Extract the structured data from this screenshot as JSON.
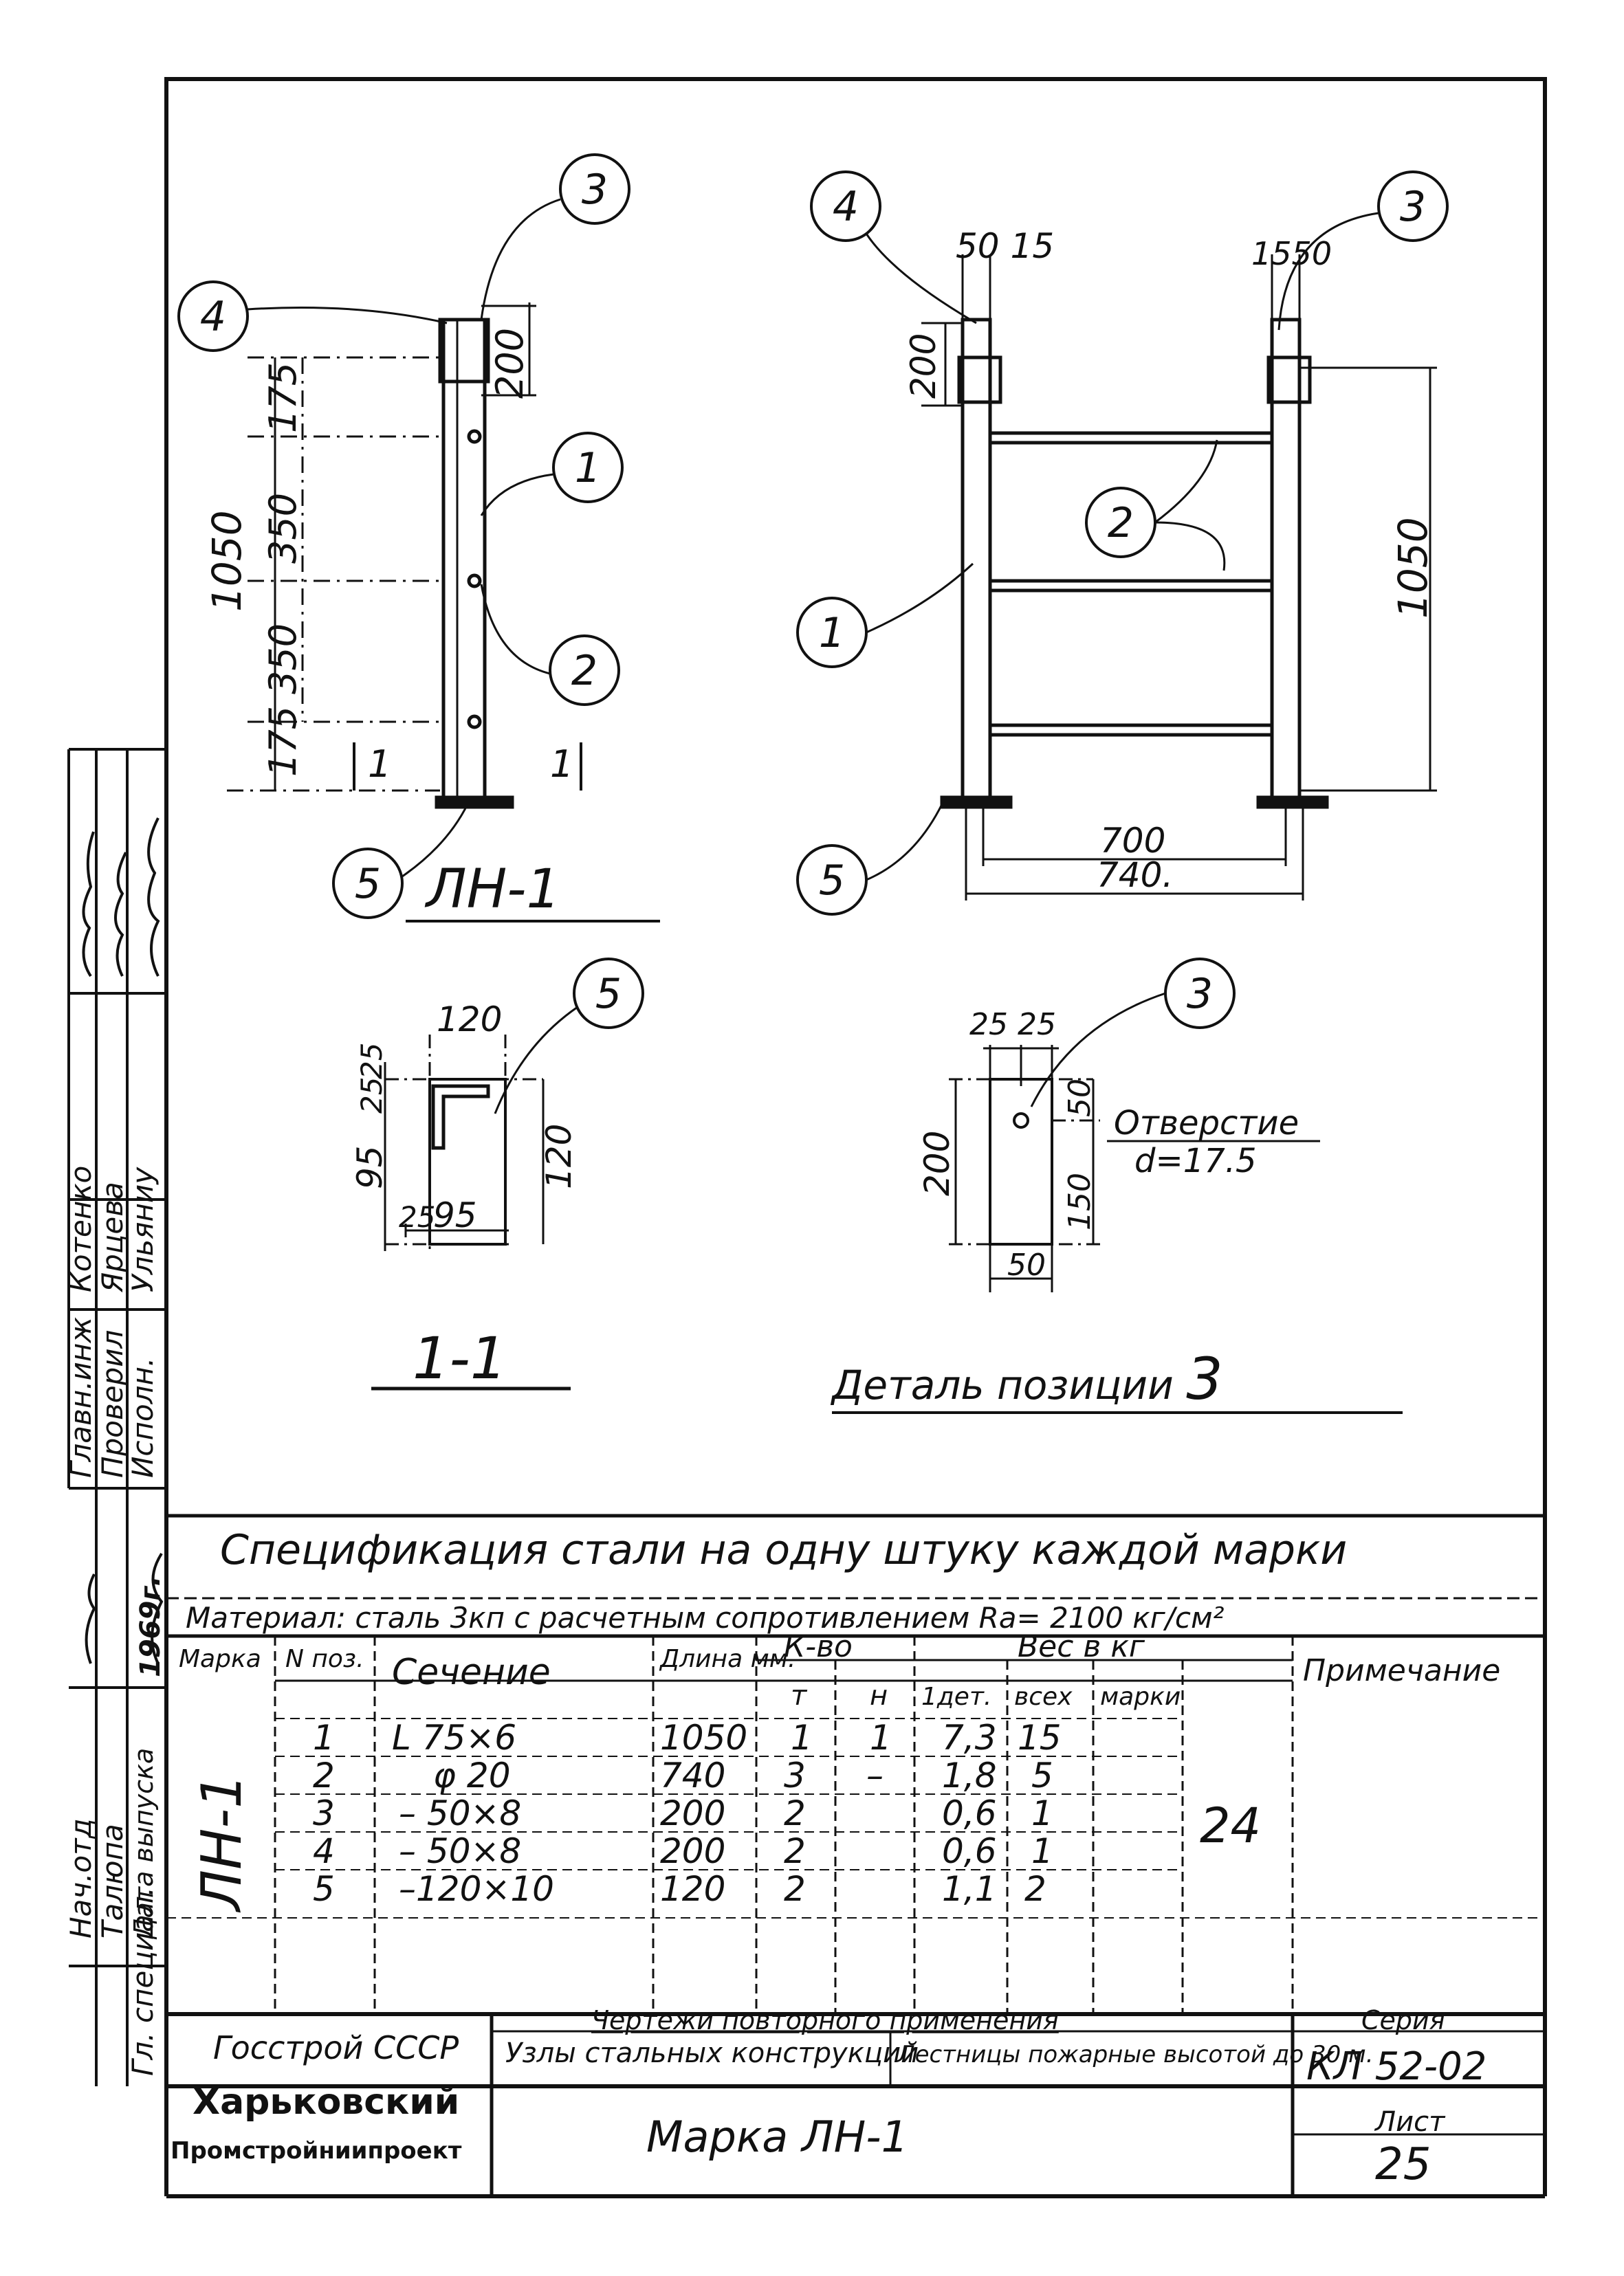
{
  "drawing": {
    "view_a": {
      "title": "ЛН-1",
      "dims": [
        "200",
        "175",
        "350",
        "350",
        "175",
        "1050"
      ],
      "section_marks": [
        "1",
        "1"
      ]
    },
    "view_b": {
      "dims_top_left": [
        "50",
        "15"
      ],
      "dims_top_right": [
        "15",
        "50"
      ],
      "dim_200": "200",
      "dim_1050": "1050",
      "dim_700": "700",
      "dim_740": "740."
    },
    "section": {
      "title": "1-1",
      "dims": [
        "120",
        "25",
        "25",
        "95",
        "120",
        "25",
        "95"
      ]
    },
    "detail": {
      "title": "Деталь позиции",
      "title_num": "3",
      "dims": [
        "25",
        "25",
        "50",
        "150",
        "200",
        "50"
      ],
      "hole_label": "Отверстие",
      "hole_value": "d=17.5"
    },
    "callouts": [
      "1",
      "2",
      "3",
      "4",
      "5"
    ]
  },
  "stamp_side": {
    "roles": [
      "Гл. специал.",
      "Исполн.",
      "Проверил",
      "Главн.инж",
      "Нач.отд",
      "Дата выпуска"
    ],
    "names": [
      "Талюпа",
      "Ульяниу",
      "Ярцева",
      "Котенко",
      ""
    ],
    "date": "1969г."
  },
  "spec": {
    "title": "Спецификация стали на одну штуку каждой марки",
    "material": "Материал: сталь 3кп с расчетным сопротивлением Ra= 2100 кг/см²",
    "headers": {
      "mark": "Марка",
      "pos": "N поз.",
      "section": "Сечение",
      "length": "Длина мм.",
      "qty": "К-во",
      "qty_t": "т",
      "qty_n": "н",
      "weight": "Вес в кг",
      "w_one": "1дет.",
      "w_all": "всех",
      "w_mark": "марки",
      "note": "Примечание"
    },
    "mark_value": "ЛН-1",
    "mark_weight": "24",
    "rows": [
      {
        "pos": "1",
        "section": "L 75×6",
        "length": "1050",
        "t": "1",
        "n": "1",
        "w1": "7,3",
        "wall": "15"
      },
      {
        "pos": "2",
        "section": "φ 20",
        "length": "740",
        "t": "3",
        "n": "–",
        "w1": "1,8",
        "wall": "5"
      },
      {
        "pos": "3",
        "section": "– 50×8",
        "length": "200",
        "t": "2",
        "n": "",
        "w1": "0,6",
        "wall": "1"
      },
      {
        "pos": "4",
        "section": "– 50×8",
        "length": "200",
        "t": "2",
        "n": "",
        "w1": "0,6",
        "wall": "1"
      },
      {
        "pos": "5",
        "section": "–120×10",
        "length": "120",
        "t": "2",
        "n": "",
        "w1": "1,1",
        "wall": "2"
      }
    ]
  },
  "title_block": {
    "org1": "Госстрой СССР",
    "org2": "Харьковский",
    "org3": "Промстройниипроект",
    "header": "Чертежи повторного применения",
    "desc1": "Узлы стальных конструкций",
    "desc2": "Лестницы пожарные высотой до 30 м.",
    "series_label": "Серия",
    "series_value": "КЛ 52-02",
    "sheet_label": "Лист",
    "sheet_value": "25",
    "mark_caption": "Марка ЛН-1"
  }
}
